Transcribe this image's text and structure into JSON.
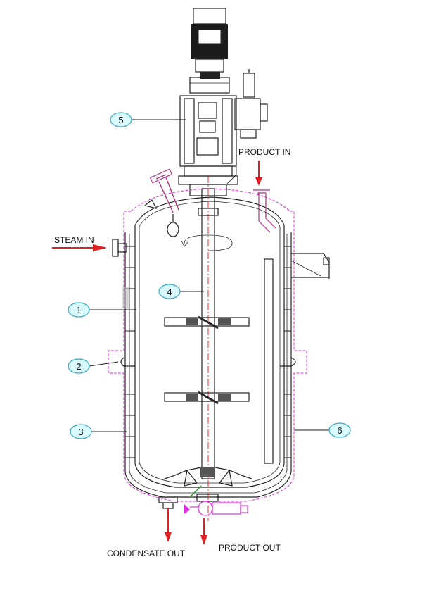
{
  "labels": {
    "steam_in": "STEAM IN",
    "product_in": "PRODUCT IN",
    "condensate_out": "CONDENSATE OUT",
    "product_out": "PRODUCT OUT"
  },
  "callouts": {
    "c1": "1",
    "c2": "2",
    "c3": "3",
    "c4": "4",
    "c5": "5",
    "c6": "6"
  },
  "colors": {
    "outline": "#222222",
    "jacket": "#e22ee2",
    "centerline": "#e23030",
    "arrow": "#e02020",
    "callout_fill": "#d9fbff",
    "callout_stroke": "#38a6c3"
  }
}
